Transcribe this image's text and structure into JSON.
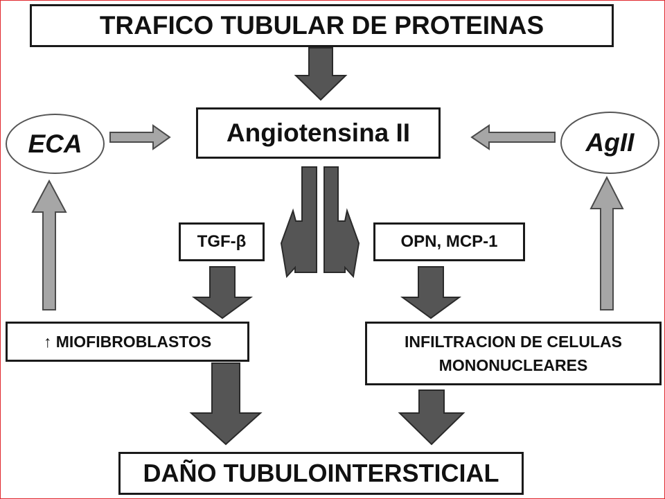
{
  "diagram": {
    "title": "TRAFICO TUBULAR DE PROTEINAS",
    "center": "Angiotensina II",
    "left_ellipse": "ECA",
    "right_ellipse": "AgII",
    "left_mid": "TGF-β",
    "right_mid": "OPN, MCP-1",
    "left_low": "↑ MIOFIBROBLASTOS",
    "right_low_line1": "INFILTRACION DE CELULAS",
    "right_low_line2": "MONONUCLEARES",
    "bottom": "DAÑO TUBULOINTERSTICIAL"
  },
  "colors": {
    "frame_border": "#e0282e",
    "dark_arrow": "#555555",
    "light_arrow": "#a6a6a6"
  }
}
